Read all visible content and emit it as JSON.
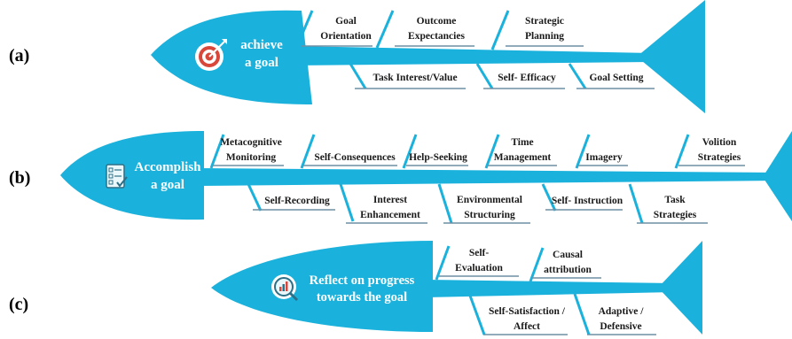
{
  "colors": {
    "fish": "#1ab2dc",
    "bone_line": "#6e8fa3",
    "icon_red": "#d9473b",
    "icon_white": "#ffffff"
  },
  "panels": [
    {
      "label": "(a)",
      "head": [
        "achieve",
        "a goal"
      ],
      "icon": "target-icon",
      "top_labels": [
        [
          "Goal",
          "Orientation"
        ],
        [
          "Outcome",
          "Expectancies"
        ],
        [
          "Strategic",
          "Planning"
        ]
      ],
      "bottom_labels": [
        [
          "Task Interest/Value"
        ],
        [
          "Self- Efficacy"
        ],
        [
          "Goal Setting"
        ]
      ]
    },
    {
      "label": "(b)",
      "head": [
        "Accomplish",
        "a goal"
      ],
      "icon": "checklist-icon",
      "top_labels": [
        [
          "Metacognitive",
          "Monitoring"
        ],
        [
          "Self-Consequences"
        ],
        [
          "Help-Seeking"
        ],
        [
          "Time",
          "Management"
        ],
        [
          "Imagery"
        ],
        [
          "Volition",
          "Strategies"
        ]
      ],
      "bottom_labels": [
        [
          "Self-Recording"
        ],
        [
          "Interest",
          "Enhancement"
        ],
        [
          "Environmental",
          "Structuring"
        ],
        [
          "Self- Instruction"
        ],
        [
          "Task",
          "Strategies"
        ]
      ]
    },
    {
      "label": "(c)",
      "head": [
        "Reflect on progress",
        "towards the goal"
      ],
      "icon": "chart-magnifier-icon",
      "top_labels": [
        [
          "Self-",
          "Evaluation"
        ],
        [
          "Causal",
          "attribution"
        ]
      ],
      "bottom_labels": [
        [
          "Self-Satisfaction /",
          "Affect"
        ],
        [
          "Adaptive /",
          "Defensive"
        ]
      ]
    }
  ]
}
